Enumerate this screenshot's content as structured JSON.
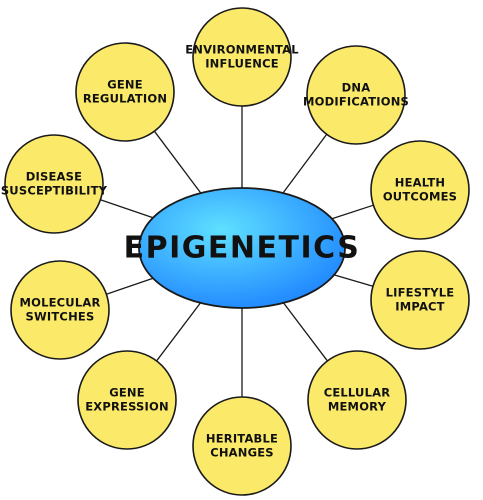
{
  "colors": {
    "center_fill_light": "#5fe0ff",
    "center_fill_dark": "#1f86ff",
    "node_fill": "#fbea6a",
    "stroke": "#1a1a1a",
    "connector": "#1a1a1a"
  },
  "center": {
    "lines": [
      "EPIGENETICS"
    ]
  },
  "nodes": [
    {
      "id": "environmental-influence",
      "lines": [
        "ENVIRONMENTAL",
        "INFLUENCE"
      ]
    },
    {
      "id": "dna-modifications",
      "lines": [
        "DNA",
        "MODIFICATIONS"
      ]
    },
    {
      "id": "health-outcomes",
      "lines": [
        "HEALTH",
        "OUTCOMES"
      ]
    },
    {
      "id": "lifestyle-impact",
      "lines": [
        "LIFESTYLE",
        "IMPACT"
      ]
    },
    {
      "id": "cellular-memory",
      "lines": [
        "CELLULAR",
        "MEMORY"
      ]
    },
    {
      "id": "heritable-changes",
      "lines": [
        "HERITABLE",
        "CHANGES"
      ]
    },
    {
      "id": "gene-expression",
      "lines": [
        "GENE",
        "EXPRESSION"
      ]
    },
    {
      "id": "molecular-switches",
      "lines": [
        "MOLECULAR",
        "SWITCHES"
      ]
    },
    {
      "id": "disease-susceptibility",
      "lines": [
        "DISEASE",
        "SUSCEPTIBILITY"
      ]
    },
    {
      "id": "gene-regulation",
      "lines": [
        "GENE",
        "REGULATION"
      ]
    }
  ]
}
